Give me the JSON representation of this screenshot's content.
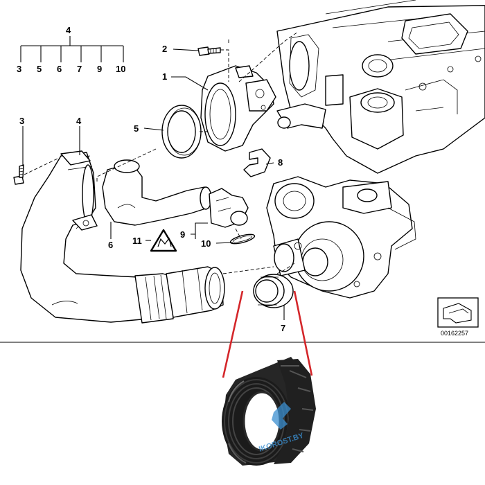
{
  "diagram": {
    "callouts": {
      "tree_top": "4",
      "tree_children": [
        "3",
        "5",
        "6",
        "7",
        "9",
        "10"
      ],
      "c2": "2",
      "c1": "1",
      "c3": "3",
      "c4": "4",
      "c5": "5",
      "c8": "8",
      "c6": "6",
      "c11": "11",
      "c9": "9",
      "c10": "10",
      "c7": "7"
    },
    "diagram_number": "00162257",
    "watermark": "IKOROST.BY",
    "colors": {
      "leader_red": "#d4262a",
      "part_dark": "#1c1c1c",
      "watermark_blue": "#3b8fd0"
    }
  }
}
